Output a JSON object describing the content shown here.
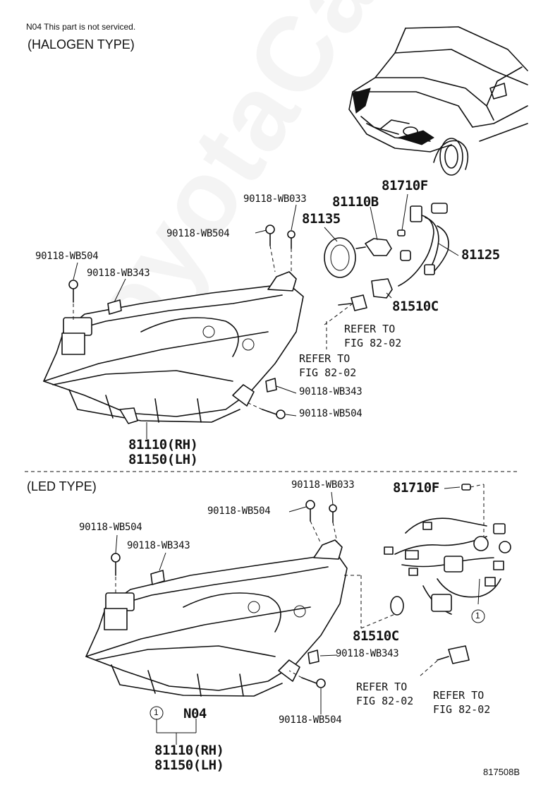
{
  "header": {
    "note": "N04 This part is not serviced.",
    "figure_id": "817508B"
  },
  "watermark": "ToyotaCarMini.ru",
  "halogen": {
    "title": "(HALOGEN TYPE)",
    "parts": {
      "p90118_wb033": "90118-WB033",
      "p81710f": "81710F",
      "p81110b": "81110B",
      "p81135": "81135",
      "p90118_wb504_top": "90118-WB504",
      "p81125": "81125",
      "p90118_wb504_left": "90118-WB504",
      "p90118_wb343_left": "90118-WB343",
      "p81510c": "81510C",
      "p90118_wb343_bottom": "90118-WB343",
      "p90118_wb504_bottom": "90118-WB504",
      "p81110_rh": "81110(RH)",
      "p81150_lh": "81150(LH)"
    },
    "refer_a": "REFER TO\nFIG 82-02",
    "refer_b": "REFER TO\nFIG 82-02"
  },
  "led": {
    "title": "(LED TYPE)",
    "parts": {
      "p90118_wb033": "90118-WB033",
      "p81710f": "81710F",
      "p90118_wb504_top": "90118-WB504",
      "p90118_wb504_left": "90118-WB504",
      "p90118_wb343_left": "90118-WB343",
      "p81510c": "81510C",
      "p90118_wb343_bottom": "90118-WB343",
      "p90118_wb504_bottom": "90118-WB504",
      "n04": "N04",
      "circle_ref": "1",
      "p81110_rh": "81110(RH)",
      "p81150_lh": "81150(LH)"
    },
    "refer_a": "REFER TO\nFIG 82-02",
    "refer_b": "REFER TO\nFIG 82-02"
  }
}
